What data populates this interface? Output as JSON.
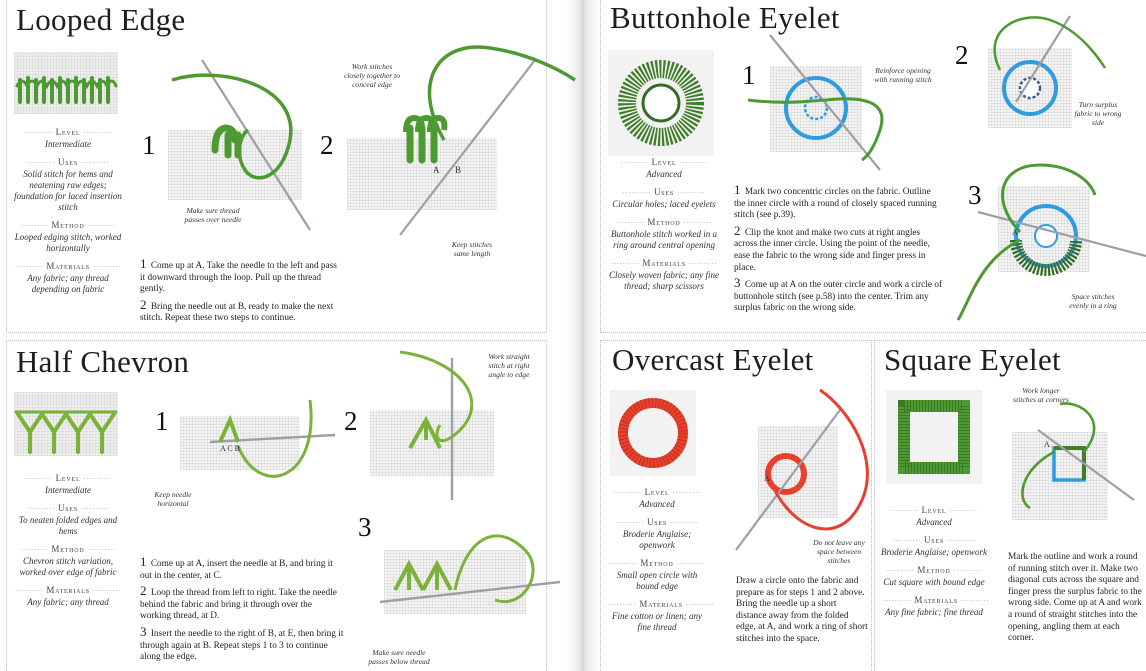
{
  "labels": {
    "level": "Level",
    "uses": "Uses",
    "method": "Method",
    "materials": "Materials"
  },
  "looped_edge": {
    "title": "Looped Edge",
    "level": "Intermediate",
    "uses": "Solid stitch for hems and neatening raw edges; foundation for laced insertion stitch",
    "method": "Looped edging stitch, worked horizontally",
    "materials": "Any fabric; any thread depending on fabric",
    "step1_num": "1",
    "step2_num": "2",
    "note_thread": "Make sure thread passes over needle",
    "note_work": "Work stitches closely together to conceal edge",
    "note_keep": "Keep stitches same length",
    "letter_a": "A",
    "letter_b": "B",
    "step1_text": "Come up at A. Take the needle to the left and pass it downward through the loop. Pull up the thread gently.",
    "step2_text": "Bring the needle out at B, ready to make the next stitch. Repeat these two steps to continue."
  },
  "half_chevron": {
    "title": "Half Chevron",
    "level": "Intermediate",
    "uses": "To neaten folded edges and hems",
    "method": "Chevron stitch variation, worked over edge of fabric",
    "materials": "Any fabric; any thread",
    "step1_num": "1",
    "step2_num": "2",
    "step3_num": "3",
    "note_horizontal": "Keep needle horizontal",
    "note_straight": "Work straight stitch at right angle to edge",
    "note_below": "Make sure needle passes below thread",
    "step1_text": "Come up at A, insert the needle at B, and bring it out in the center, at C.",
    "step2_text": "Loop the thread from left to right. Take the needle behind the fabric and bring it through over the working thread, at D.",
    "step3_text": "Insert the needle to the right of B, at E, then bring it through again at B. Repeat steps 1 to 3 to continue along the edge."
  },
  "buttonhole_eyelet": {
    "title": "Buttonhole Eyelet",
    "level": "Advanced",
    "uses": "Circular holes; laced eyelets",
    "method": "Buttonhole stitch worked in a ring around central opening",
    "materials": "Closely woven fabric; any fine thread; sharp scissors",
    "step1_num": "1",
    "step2_num": "2",
    "step3_num": "3",
    "note_reinforce": "Reinforce opening with running stitch",
    "note_turn": "Turn surplus fabric to wrong side",
    "note_space": "Space stitches evenly in a ring",
    "step1_text": "Mark two concentric circles on the fabric. Outline the inner circle with a round of closely spaced running stitch (see p.39).",
    "step2_text": "Clip the knot and make two cuts at right angles across the inner circle. Using the point of the needle, ease the fabric to the wrong side and finger press in place.",
    "step3_text": "Come up at A on the outer circle and work a circle of buttonhole stitch (see p.58) into the center. Trim any surplus fabric on the wrong side."
  },
  "overcast_eyelet": {
    "title": "Overcast Eyelet",
    "level": "Advanced",
    "uses": "Broderie Anglaise; openwork",
    "method": "Small open circle with bound edge",
    "materials": "Fine cotton or linen; any fine thread",
    "note_space": "Do not leave any space between stitches",
    "text": "Draw a circle onto the fabric and prepare as for steps 1 and 2 above. Bring the needle up a short distance away from the folded edge, at A, and work a ring of short stitches into the space."
  },
  "square_eyelet": {
    "title": "Square Eyelet",
    "level": "Advanced",
    "uses": "Broderie Anglaise; openwork",
    "method": "Cut square with bound edge",
    "materials": "Any fine fabric; fine thread",
    "note_corners": "Work longer stitches at corners",
    "text": "Mark the outline and work a round of running stitch over it. Make two diagonal cuts across the square and finger press the surplus fabric to the wrong side. Come up at A and work a round of straight stitches into the opening, angling them at each corner."
  },
  "colors": {
    "green": "#4e9a32",
    "blue": "#2f9be0",
    "red": "#e8402c",
    "needle": "#9aa0a6",
    "thread_dark": "#3f7d2a"
  }
}
